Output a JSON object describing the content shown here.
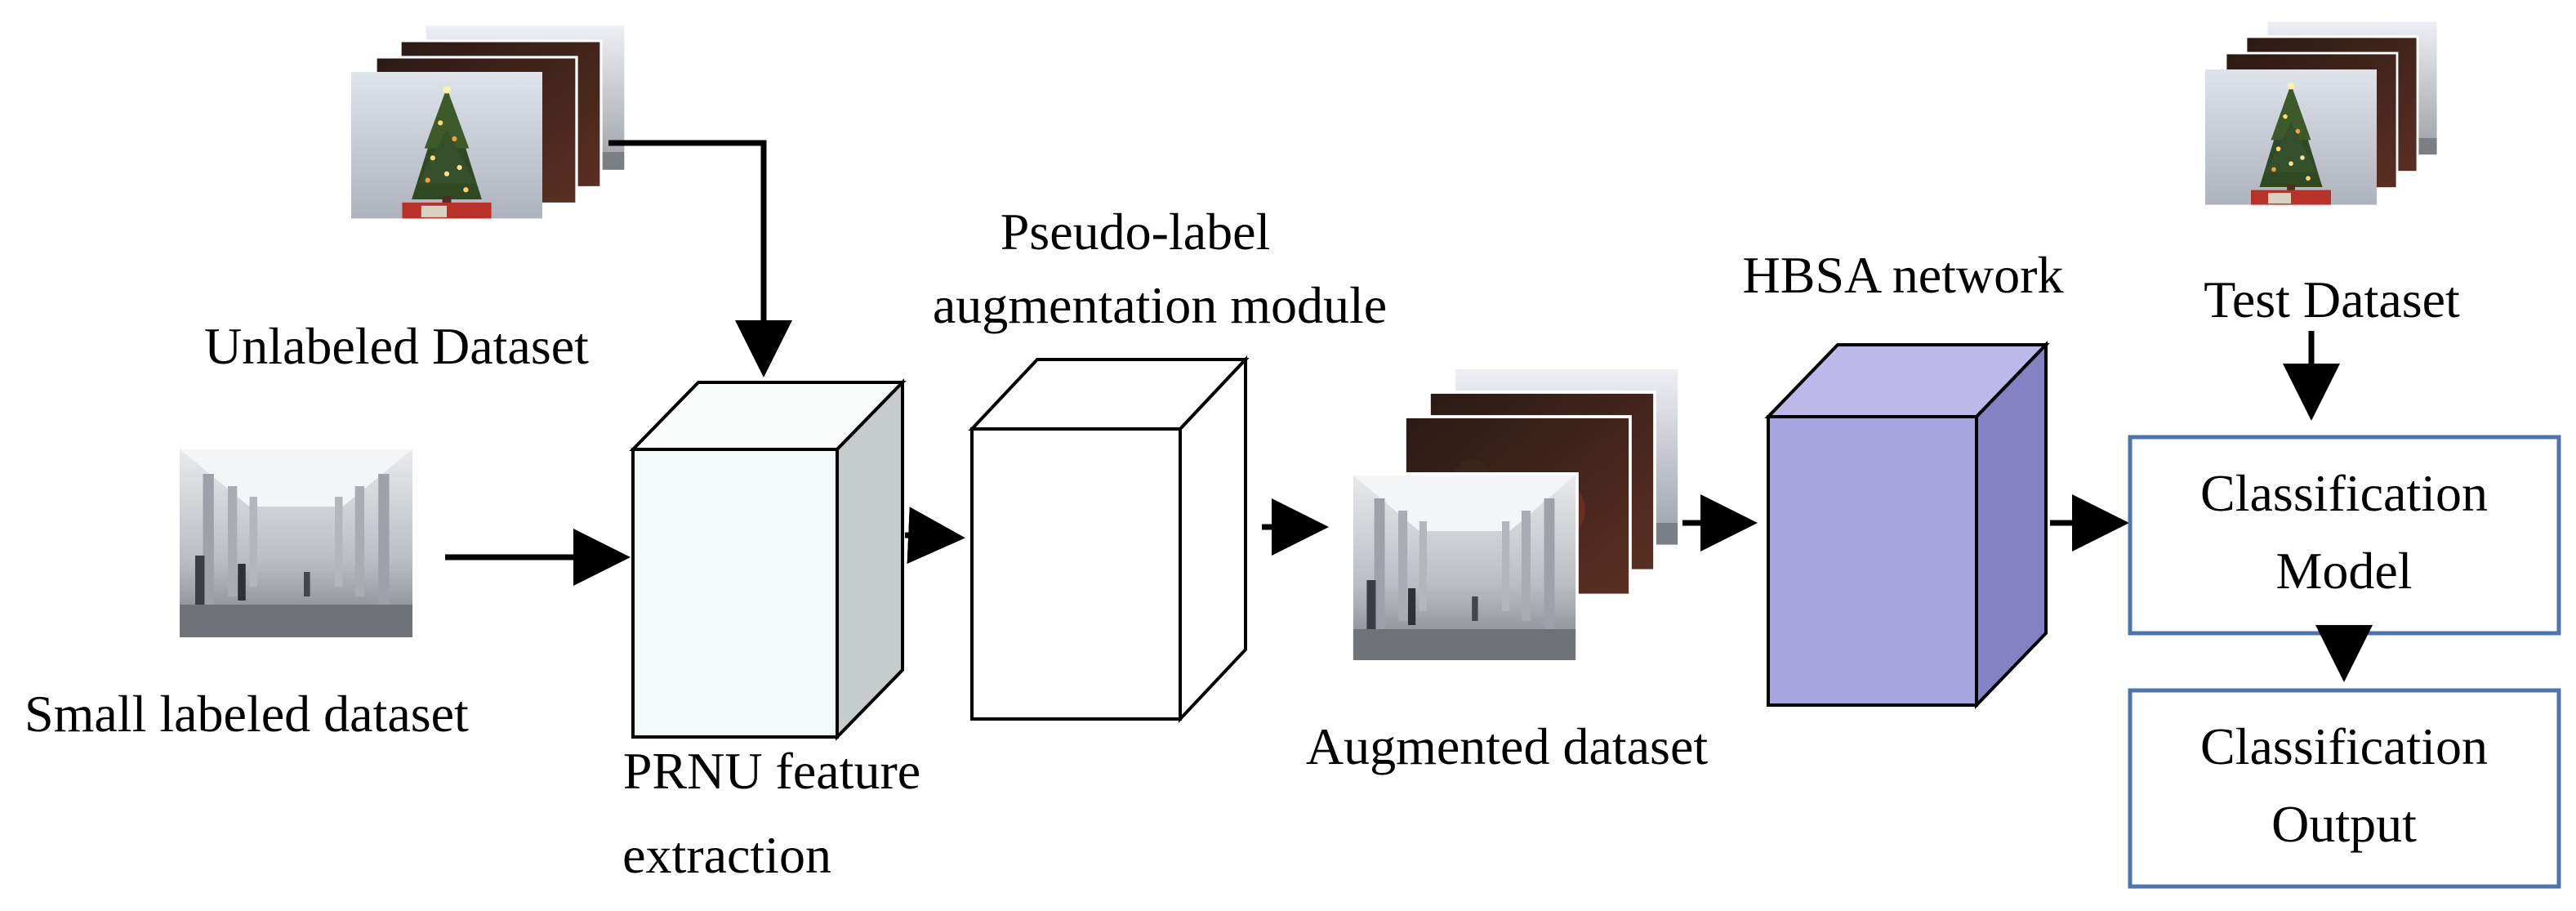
{
  "labels": {
    "unlabeled_dataset": "Unlabeled Dataset",
    "small_labeled_dataset": "Small labeled dataset",
    "prnu_line1": "PRNU feature",
    "prnu_line2": "extraction",
    "pseudo_line1": "Pseudo-label",
    "pseudo_line2": "augmentation module",
    "augmented_dataset": "Augmented dataset",
    "hbsa_network": "HBSA network",
    "test_dataset": "Test Dataset",
    "classification_model_line1": "Classification",
    "classification_model_line2": "Model",
    "classification_output_line1": "Classification",
    "classification_output_line2": "Output"
  },
  "colors": {
    "prnu_front": "#f3fbfa",
    "prnu_top": "#f8fdfc",
    "prnu_side": "#c6cbcb",
    "hbsa_front": "#a6a3de",
    "hbsa_top": "#bcb9ea",
    "hbsa_side": "#8482c2",
    "box_border": "#4e73b3"
  },
  "icons": {
    "unlabeled_stack": "christmas-tree-photo-stack",
    "small_labeled": "gallery-hall-photo",
    "augmented_stack": "mixed-photo-stack",
    "test_stack": "christmas-tree-photo-stack"
  }
}
